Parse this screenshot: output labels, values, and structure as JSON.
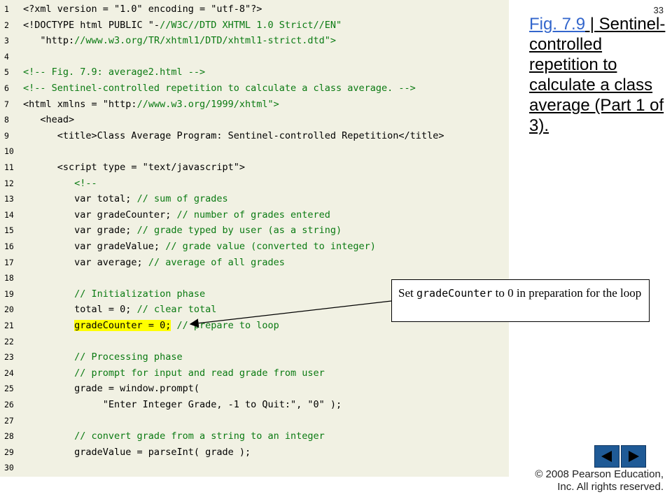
{
  "page_number": "33",
  "caption": {
    "fig_label": "Fig. 7.9",
    "separator": " | ",
    "title": "Sentinel-controlled repetition to calculate a class average (Part 1 of 3)."
  },
  "callout": {
    "prefix": "Set ",
    "code": "gradeCounter",
    "suffix": " to 0 in preparation for the loop"
  },
  "code_lines": [
    {
      "num": "1",
      "text": "<?xml version = \"1.0\" encoding = \"utf-8\"?>"
    },
    {
      "num": "2",
      "text": "<!DOCTYPE html PUBLIC \"-//W3C//DTD XHTML 1.0 Strict//EN\""
    },
    {
      "num": "3",
      "text": "   \"http://www.w3.org/TR/xhtml1/DTD/xhtml1-strict.dtd\">"
    },
    {
      "num": "4",
      "text": ""
    },
    {
      "num": "5",
      "text": "<!-- Fig. 7.9: average2.html -->"
    },
    {
      "num": "6",
      "text": "<!-- Sentinel-controlled repetition to calculate a class average. -->"
    },
    {
      "num": "7",
      "text": "<html xmlns = \"http://www.w3.org/1999/xhtml\">"
    },
    {
      "num": "8",
      "text": "   <head>"
    },
    {
      "num": "9",
      "text": "      <title>Class Average Program: Sentinel-controlled Repetition</title>"
    },
    {
      "num": "10",
      "text": ""
    },
    {
      "num": "11",
      "text": "      <script type = \"text/javascript\">"
    },
    {
      "num": "12",
      "text": "         <!--"
    },
    {
      "num": "13",
      "text": "         var total; // sum of grades"
    },
    {
      "num": "14",
      "text": "         var gradeCounter; // number of grades entered"
    },
    {
      "num": "15",
      "text": "         var grade; // grade typed by user (as a string)"
    },
    {
      "num": "16",
      "text": "         var gradeValue; // grade value (converted to integer)"
    },
    {
      "num": "17",
      "text": "         var average; // average of all grades"
    },
    {
      "num": "18",
      "text": ""
    },
    {
      "num": "19",
      "text": "         // Initialization phase"
    },
    {
      "num": "20",
      "text": "         total = 0; // clear total"
    },
    {
      "num": "21",
      "text": "         gradeCounter = 0; // prepare to loop"
    },
    {
      "num": "22",
      "text": ""
    },
    {
      "num": "23",
      "text": "         // Processing phase"
    },
    {
      "num": "24",
      "text": "         // prompt for input and read grade from user"
    },
    {
      "num": "25",
      "text": "         grade = window.prompt("
    },
    {
      "num": "26",
      "text": "              \"Enter Integer Grade, -1 to Quit:\", \"0\" );"
    },
    {
      "num": "27",
      "text": ""
    },
    {
      "num": "28",
      "text": "         // convert grade from a string to an integer"
    },
    {
      "num": "29",
      "text": "         gradeValue = parseInt( grade );"
    },
    {
      "num": "30",
      "text": ""
    }
  ],
  "highlighted_line": "21",
  "highlighted_text": "gradeCounter = 0;",
  "nav": {
    "prev_icon": "triangle-left-icon",
    "next_icon": "triangle-right-icon"
  },
  "copyright": {
    "line1": "© 2008 Pearson Education,",
    "line2": "Inc.  All rights reserved."
  },
  "colors": {
    "code_background": "#f1f1e3",
    "comment": "#0a7a12",
    "highlight": "#ffff00",
    "link": "#3366cc",
    "nav_button": "#1f5a96"
  }
}
